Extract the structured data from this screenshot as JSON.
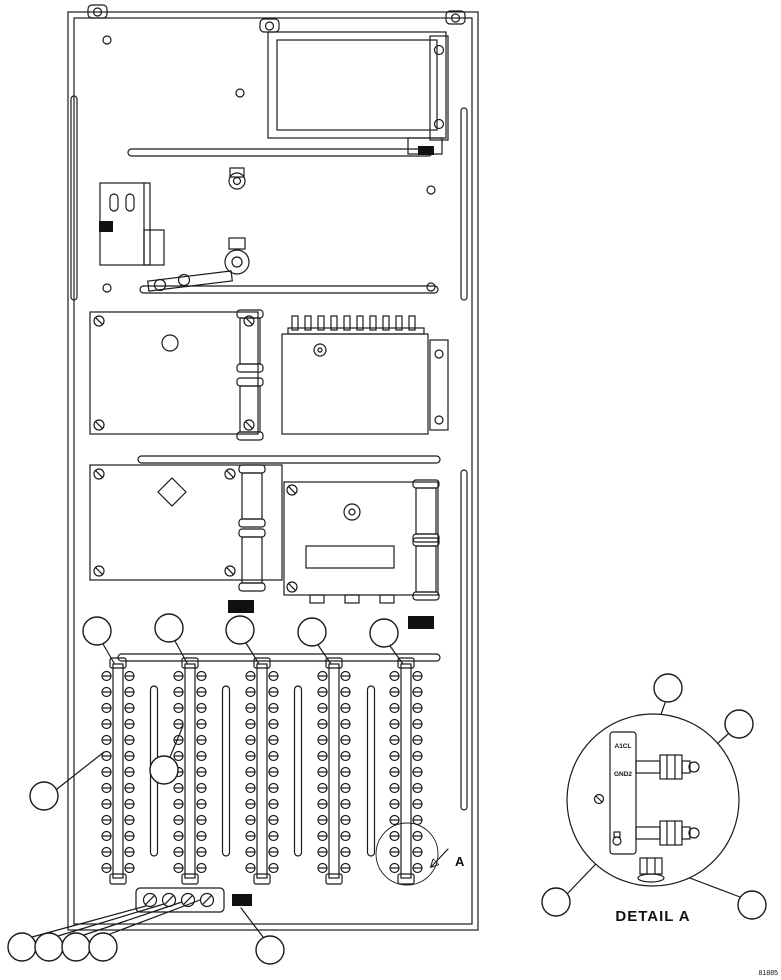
{
  "colors": {
    "line": "#1a1a1a",
    "background": "#ffffff",
    "label_fill": "#111111"
  },
  "figure": {
    "detail_label": "DETAIL A",
    "ref_letter": "A",
    "part_code": "81885"
  },
  "detail": {
    "plate_label_top": "A1CL",
    "plate_label_bottom": "GND2"
  }
}
